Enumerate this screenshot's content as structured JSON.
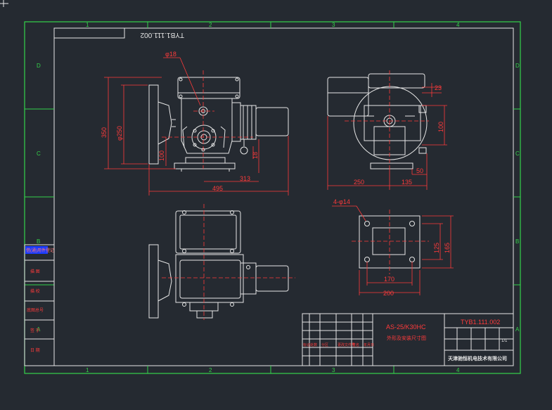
{
  "drawing": {
    "number": "TYB1.111.002",
    "number_mirrored": "TYB1.111.002",
    "model": "AS-25/K30HC",
    "subtitle": "外形及安装尺寸图",
    "company": "天津驰恒机电技术有限公司",
    "sheet": "1/1"
  },
  "grid": {
    "columns": [
      "1",
      "2",
      "3",
      "4"
    ],
    "rows": [
      "D",
      "C",
      "B",
      "A"
    ]
  },
  "left_strip": {
    "labels": [
      "借(通)用件登记",
      "描 图",
      "描 校",
      "底图总号",
      "签 字",
      "日 期"
    ]
  },
  "title_block": {
    "small_rows": [
      "标记",
      "处数",
      "分区",
      "更改文件号",
      "签名",
      "年月日"
    ]
  },
  "dimensions": {
    "front": {
      "top_hole": "φ18",
      "height": "350",
      "flange_dia": "φ250",
      "mid_height": "100",
      "side": "18",
      "width_inner": "313",
      "width_total": "495"
    },
    "side": {
      "top": "23",
      "height": "100",
      "width_left": "250",
      "width_right": "135",
      "bottom": "50"
    },
    "base": {
      "holes": "4-φ14",
      "inner_w": "170",
      "outer_w": "200",
      "inner_h": "125",
      "outer_h": "165"
    }
  },
  "colors": {
    "background": "#252a31",
    "frame": "#34d34a",
    "outline": "#e6e6e6",
    "dimension": "#ff3b3b",
    "strip_highlight": "#1a3cff"
  }
}
